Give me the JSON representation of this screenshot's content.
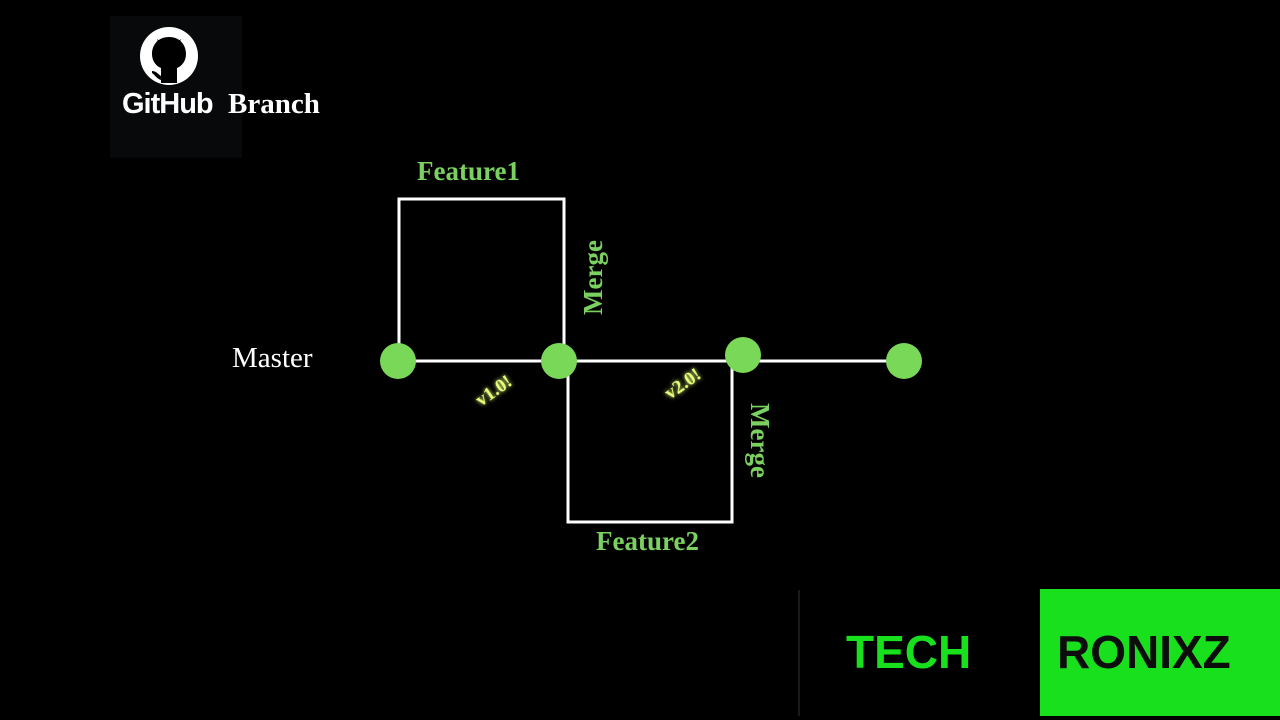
{
  "header": {
    "logo_text": "GitHub",
    "title": "Branch"
  },
  "diagram": {
    "main_branch_label": "Master",
    "branches": [
      {
        "name": "Feature1",
        "merge_label": "Merge",
        "tag": "v1.0!"
      },
      {
        "name": "Feature2",
        "merge_label": "Merge",
        "tag": "v2.0!"
      }
    ],
    "colors": {
      "node": "#7ad858",
      "branch_label": "#7bd160",
      "line": "#ffffff",
      "tag": "#e6ff7a",
      "master_label": "#ffffff"
    }
  },
  "brand": {
    "part1": "TECH",
    "part2": "RONIXZ",
    "color_green": "#19e01c",
    "color_text_dark": "#0d0d0d"
  }
}
